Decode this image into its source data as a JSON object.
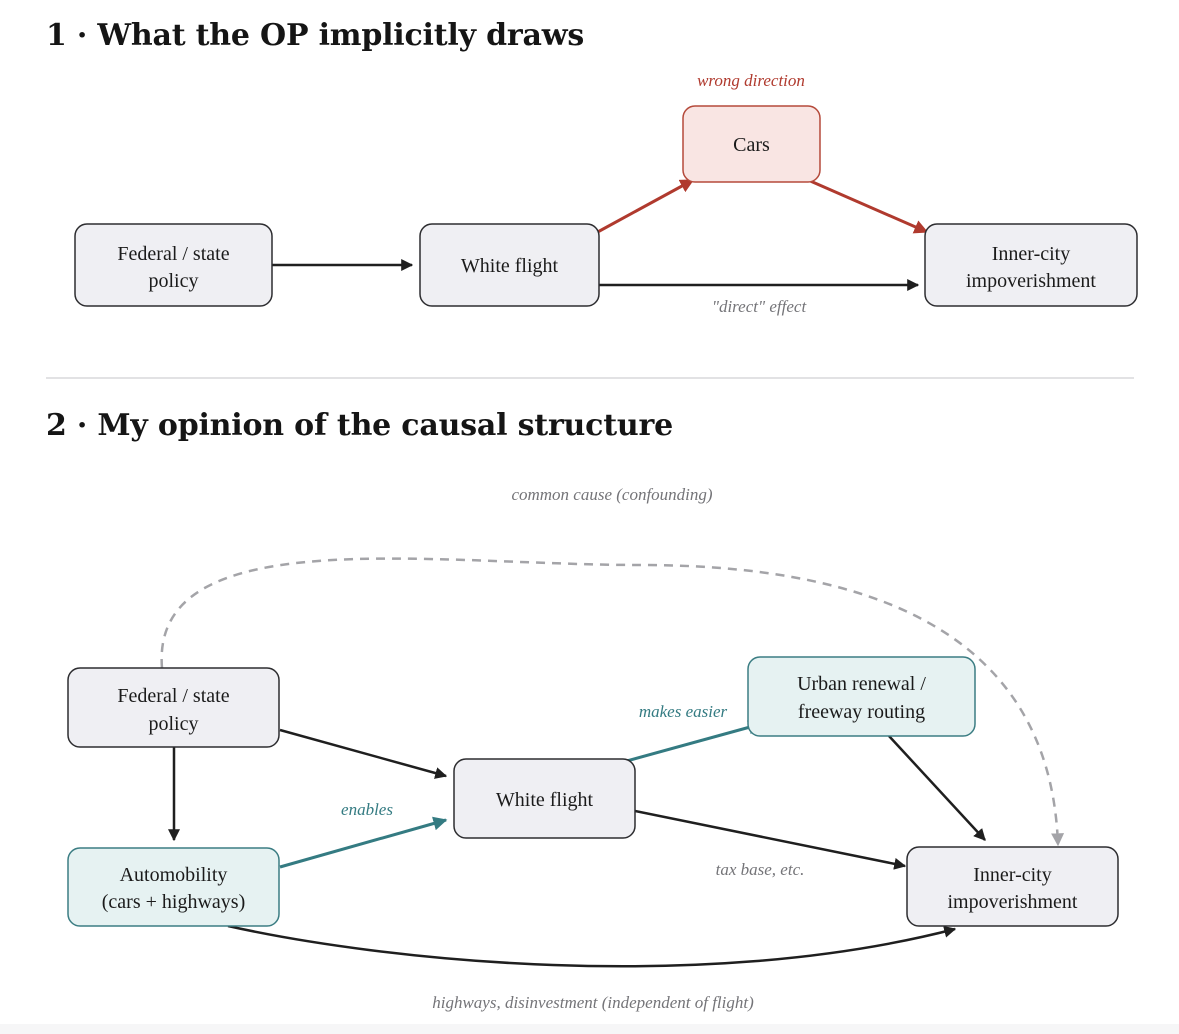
{
  "section1": {
    "heading": "1 · What the OP implicitly draws",
    "nodes": {
      "policy": [
        "Federal / state",
        "policy"
      ],
      "white_flight": [
        "White flight"
      ],
      "cars": [
        "Cars"
      ],
      "impoverishment": [
        "Inner-city",
        "impoverishment"
      ]
    },
    "labels": {
      "wrong_direction": "wrong direction",
      "direct_effect": "\"direct\" effect"
    }
  },
  "section2": {
    "heading": "2 · My opinion of the causal structure",
    "nodes": {
      "policy": [
        "Federal / state",
        "policy"
      ],
      "white_flight": [
        "White flight"
      ],
      "automobility": [
        "Automobility",
        "(cars + highways)"
      ],
      "urban_renewal": [
        "Urban renewal /",
        "freeway routing"
      ],
      "impoverishment": [
        "Inner-city",
        "impoverishment"
      ]
    },
    "labels": {
      "common_cause": "common cause (confounding)",
      "enables": "enables",
      "makes_easier": "makes easier",
      "tax_base": "tax base, etc.",
      "highways": "highways, disinvestment (independent of flight)"
    }
  },
  "colors": {
    "neutral_fill": "#efeff3",
    "neutral_stroke": "#2d2d30",
    "red_fill": "#f9e5e3",
    "red_stroke": "#b54a3b",
    "red_arrow": "#b03a2e",
    "teal_fill": "#e6f2f2",
    "teal_stroke": "#3b7d83",
    "teal_arrow": "#347b82",
    "dark_arrow": "#1f1f1f",
    "dashed_arrow": "#a4a4a8",
    "gray_label": "#747478"
  }
}
